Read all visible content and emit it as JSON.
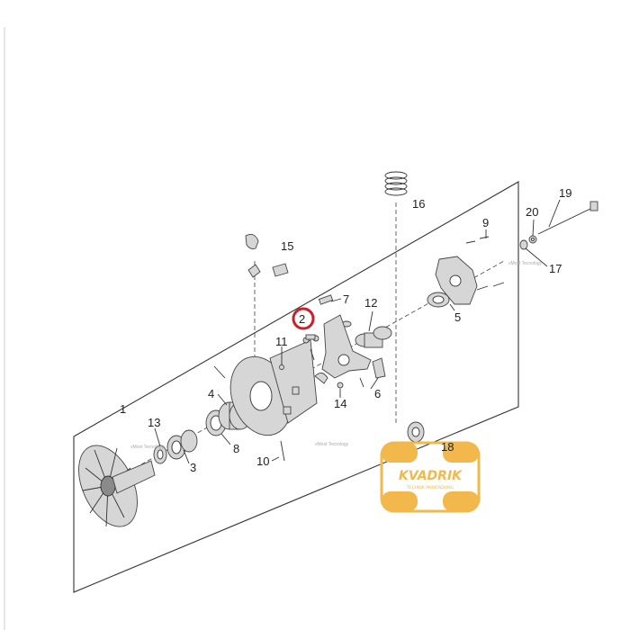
{
  "diagram": {
    "labels": [
      "1",
      "2",
      "3",
      "4",
      "5",
      "6",
      "7",
      "8",
      "9",
      "10",
      "11",
      "12",
      "13",
      "14",
      "15",
      "16",
      "17",
      "18",
      "19",
      "20"
    ],
    "highlight": "2",
    "highlight_color": "#cc1f2a",
    "watermark": "vMost Tecnology",
    "logo": {
      "text": "KVADRIK",
      "subtext": "TECHNIK ANWENDUNG",
      "color": "#f2b84b"
    }
  }
}
